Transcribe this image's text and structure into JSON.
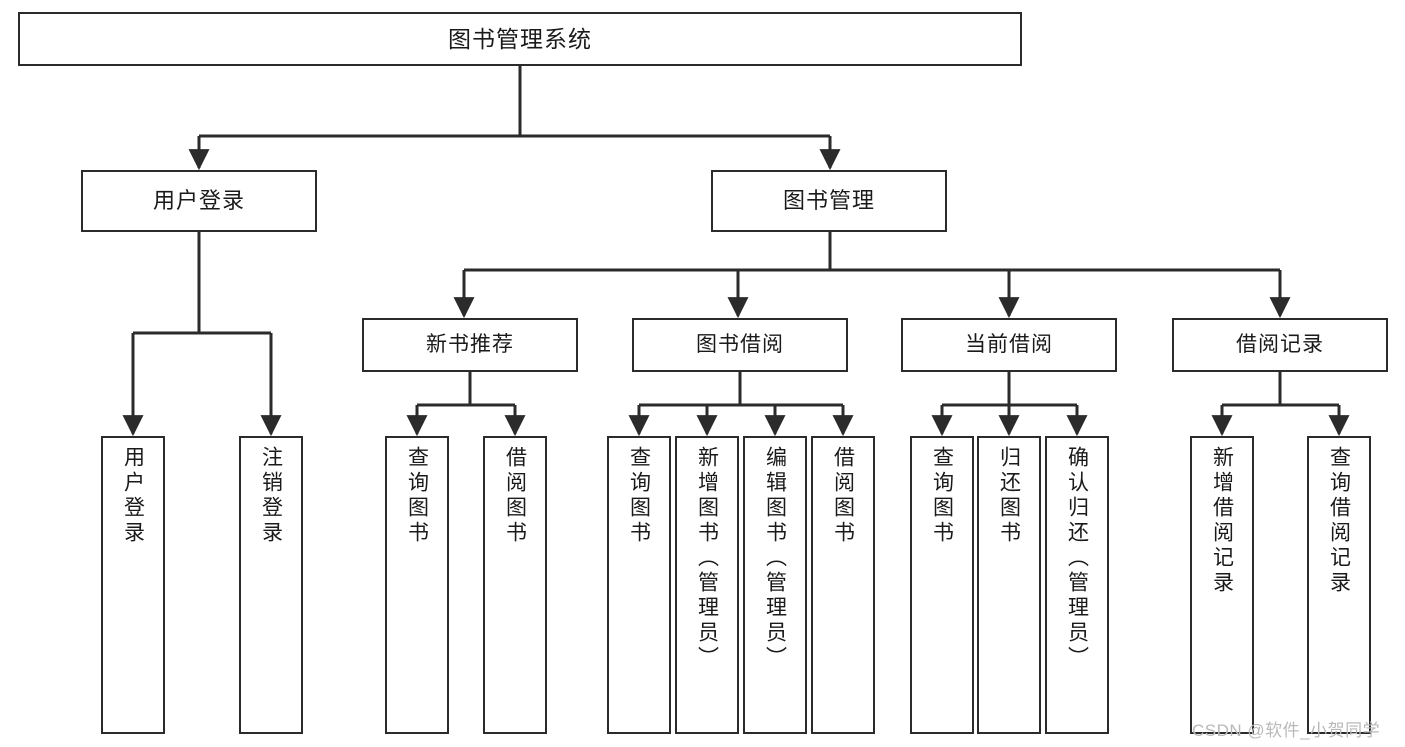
{
  "diagram": {
    "type": "tree-hierarchy",
    "title": "图书管理系统",
    "orientation": "top-down",
    "colors": {
      "box_border": "#2b2b2b",
      "box_fill": "#ffffff",
      "connector": "#2b2b2b",
      "text": "#1a1a1a",
      "watermark": "#b9b9b9"
    },
    "root": {
      "label": "图书管理系统"
    },
    "level1": [
      {
        "label": "用户登录"
      },
      {
        "label": "图书管理"
      }
    ],
    "level2": [
      {
        "label": "新书推荐"
      },
      {
        "label": "图书借阅"
      },
      {
        "label": "当前借阅"
      },
      {
        "label": "借阅记录"
      }
    ],
    "leaves": {
      "user_login": [
        {
          "label": "用户登录"
        },
        {
          "label": "注销登录"
        }
      ],
      "new_book_recommend": [
        {
          "label": "查询图书"
        },
        {
          "label": "借阅图书"
        }
      ],
      "book_borrow": [
        {
          "label": "查询图书"
        },
        {
          "label": "新增图书（管理员）"
        },
        {
          "label": "编辑图书（管理员）"
        },
        {
          "label": "借阅图书"
        }
      ],
      "current_borrow": [
        {
          "label": "查询图书"
        },
        {
          "label": "归还图书"
        },
        {
          "label": "确认归还（管理员）"
        }
      ],
      "borrow_records": [
        {
          "label": "新增借阅记录"
        },
        {
          "label": "查询借阅记录"
        }
      ]
    }
  },
  "watermark": {
    "text": "CSDN @软件_小贺同学"
  }
}
